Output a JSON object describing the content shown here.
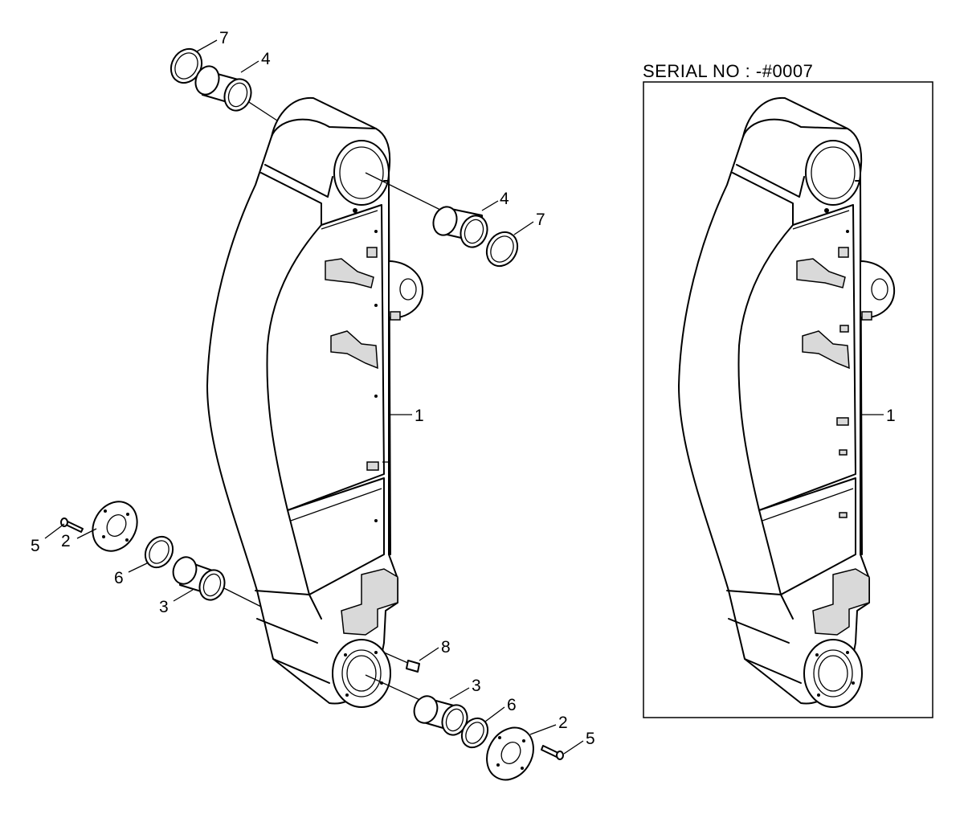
{
  "serial_label": "SERIAL NO : -#0007",
  "callouts": {
    "main_arm": "1",
    "inset_arm": "1",
    "top_bushing": "4",
    "side_bushing": "4",
    "top_ring": "7",
    "side_ring": "7",
    "left_plate": "2",
    "right_plate": "2",
    "left_bushing": "3",
    "right_bushing": "3",
    "left_bolt": "5",
    "right_bolt": "5",
    "left_ring": "6",
    "right_ring": "6",
    "grease_fitting": "8"
  }
}
